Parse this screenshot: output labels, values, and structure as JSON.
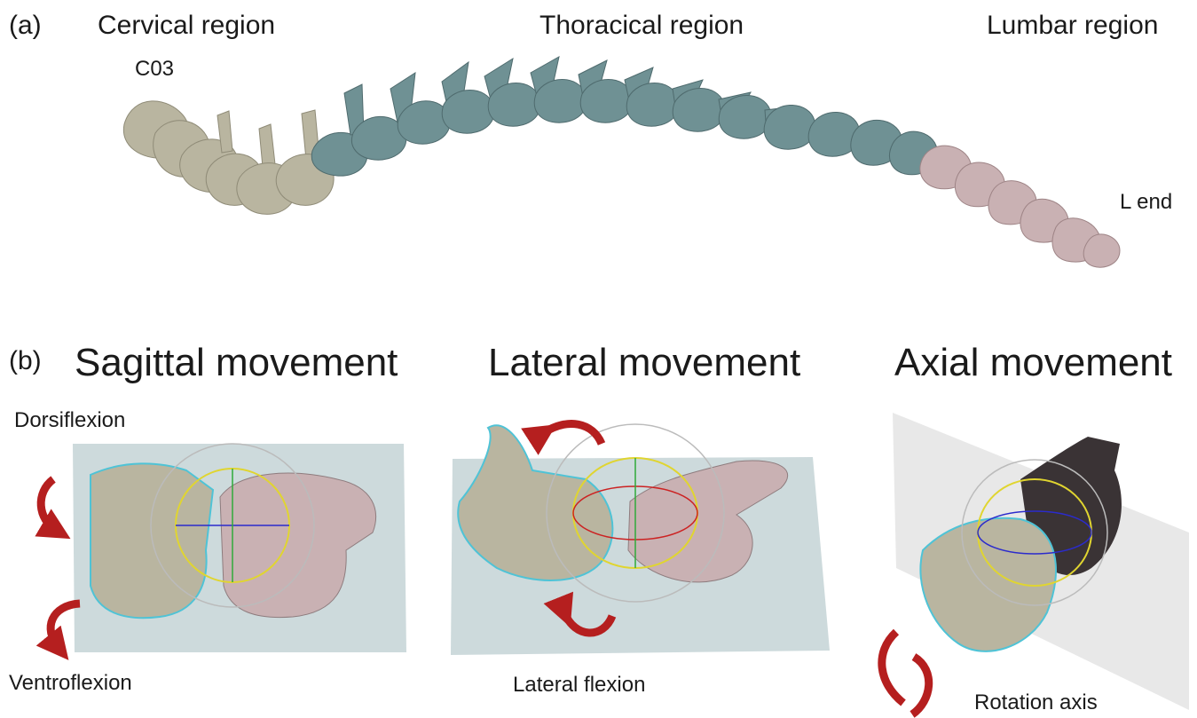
{
  "panel_a": {
    "tag": "(a)",
    "regions": {
      "cervical": "Cervical region",
      "thoracical": "Thoracical region",
      "lumbar": "Lumbar region"
    },
    "start_label": "C03",
    "end_label": "L end"
  },
  "panel_b": {
    "tag": "(b)",
    "sagittal": {
      "title": "Sagittal  movement",
      "top_label": "Dorsiflexion",
      "bottom_label": "Ventroflexion"
    },
    "lateral": {
      "title": "Lateral movement",
      "bottom_label": "Lateral flexion"
    },
    "axial": {
      "title": "Axial movement",
      "bottom_label": "Rotation axis"
    }
  },
  "colors": {
    "cervical": "#b9b5a0",
    "thoracic": "#6f9194",
    "lumbar": "#c9b1b3",
    "plane": "#c8d6d8",
    "arrow": "#b51f1f",
    "highlight": "#4fc3d6"
  }
}
